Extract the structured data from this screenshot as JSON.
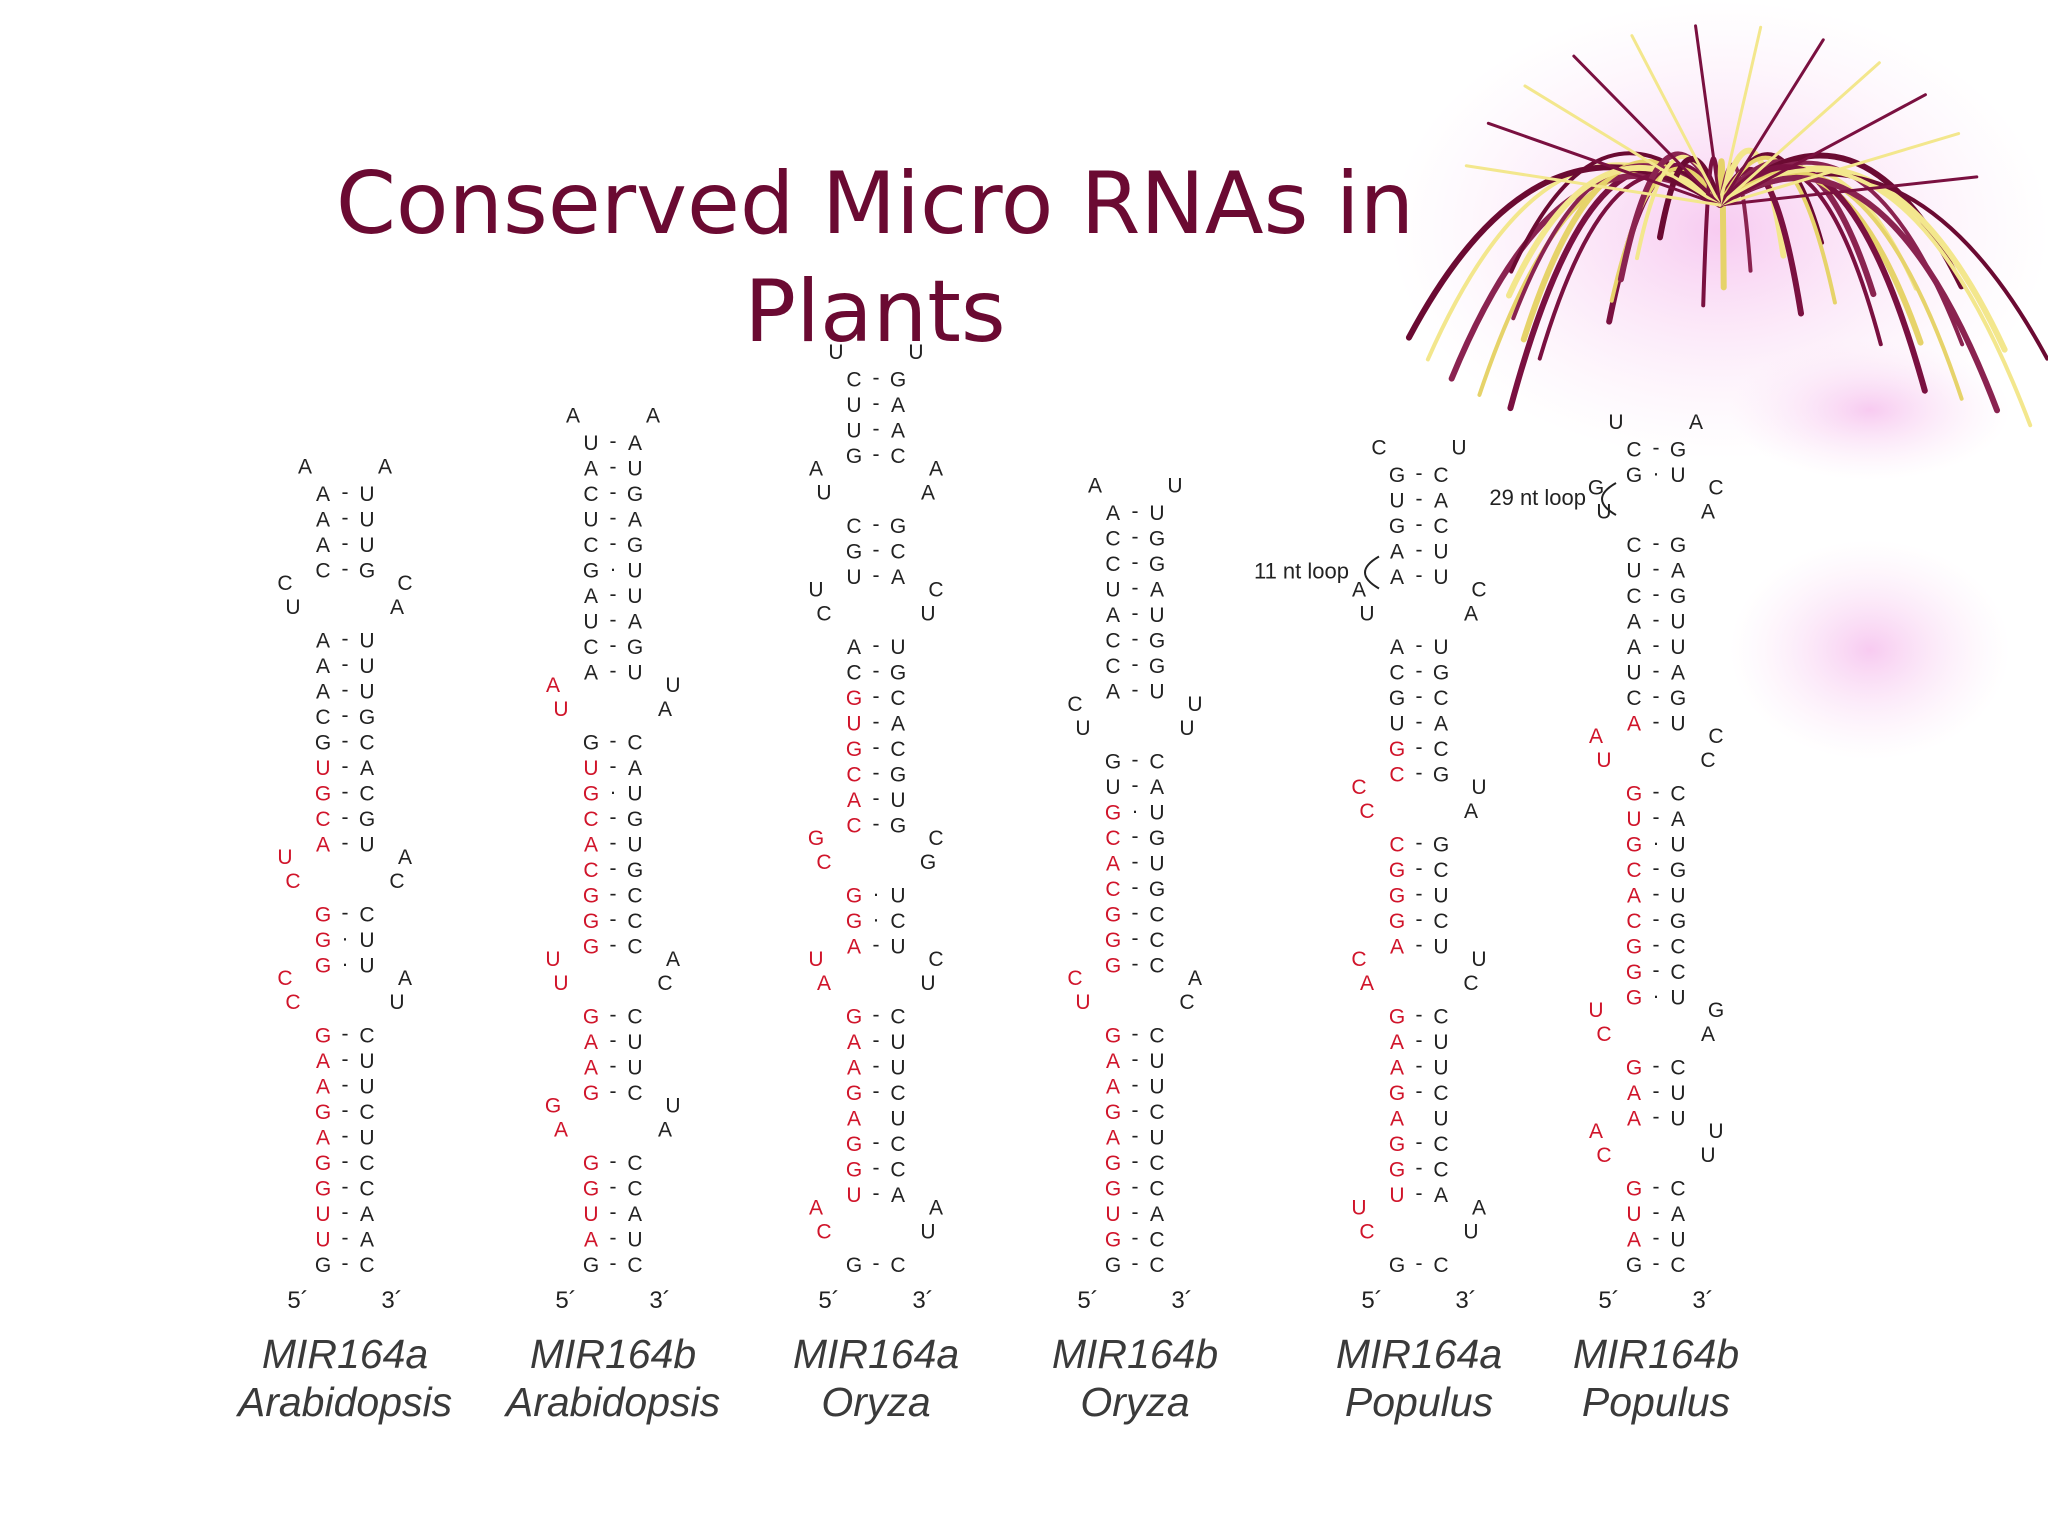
{
  "slide": {
    "title": "Conserved Micro RNAs in\nPlants",
    "colors": {
      "title": "#6b0a32",
      "mirna": "#d0142a",
      "backbone": "#222222"
    }
  },
  "hairpins": [
    {
      "id": "mir164a-arabidopsis",
      "name": "MIR164a",
      "species": "Arabidopsis",
      "end5": "5´",
      "end3": "3´",
      "loop_note": "",
      "stems": [
        [
          "A-U",
          "A-U",
          "A-U",
          "C-G"
        ],
        [
          "A-U",
          "A-U",
          "A-U",
          "C-G",
          "G-C",
          "U-A",
          "G-C",
          "C-G",
          "A-U"
        ],
        [
          "G-C",
          "G·U",
          "G·U"
        ],
        [
          "G-C",
          "A-U",
          "A-U",
          "G-C",
          "A-U",
          "G-C",
          "G-C",
          "U-A",
          "U-A",
          "G-C"
        ]
      ],
      "unpaired": [
        "C",
        "U",
        "C",
        "A",
        "C",
        "C",
        "U",
        "A",
        "U",
        "A",
        "C",
        "C",
        "A",
        "A",
        "C",
        "A"
      ]
    },
    {
      "id": "mir164b-arabidopsis",
      "name": "MIR164b",
      "species": "Arabidopsis",
      "end5": "5´",
      "end3": "3´",
      "loop_note": "",
      "stems": [
        [
          "U-A",
          "A-U",
          "C-G",
          "U-A",
          "C-G",
          "G·U",
          "A-U",
          "U-A",
          "C-G",
          "A-U"
        ],
        [
          "G-C",
          "U-A",
          "G·U",
          "C-G",
          "A-U",
          "C-G",
          "G-C",
          "G-C",
          "G-C"
        ],
        [
          "G-C",
          "A-U",
          "A-U",
          "G-C"
        ],
        [
          "G-C",
          "G-C",
          "U-A",
          "A-U",
          "G-C"
        ]
      ],
      "unpaired": [
        "A",
        "A",
        "G",
        "U",
        "U",
        "C",
        "U",
        "A",
        "U",
        "A",
        "A",
        "U",
        "A"
      ]
    },
    {
      "id": "mir164a-oryza",
      "name": "MIR164a",
      "species": "Oryza",
      "end5": "5´",
      "end3": "3´",
      "loop_note": "",
      "stems": [
        [
          "C-G",
          "U-A",
          "U-A",
          "G-C"
        ],
        [
          "C-G",
          "G-C",
          "U-A"
        ],
        [
          "A-U",
          "C-G",
          "G-C",
          "U-A",
          "G-C",
          "C-G",
          "A-U",
          "C-G"
        ],
        [
          "G·U",
          "G·C",
          "A-U"
        ],
        [
          "G-C",
          "A-U",
          "A-U",
          "G-C",
          "A U",
          "G-C",
          "G-C",
          "U-A"
        ],
        [
          "G-C"
        ]
      ],
      "unpaired": [
        "C",
        "U",
        "A",
        "A",
        "A",
        "U",
        "U",
        "C",
        "C",
        "G",
        "G",
        "C",
        "C",
        "U",
        "U"
      ]
    },
    {
      "id": "mir164b-oryza",
      "name": "MIR164b",
      "species": "Oryza",
      "end5": "5´",
      "end3": "3´",
      "loop_note": "",
      "stems": [
        [
          "A-U",
          "C-G",
          "C-G",
          "U-A",
          "A-U",
          "C-G",
          "C-G",
          "A-U"
        ],
        [
          "G-C",
          "U-A",
          "G·U",
          "C-G",
          "A-U",
          "C-G",
          "G-C",
          "G-C",
          "G-C"
        ],
        [
          "G-C",
          "A-U",
          "A-U",
          "G-C",
          "A-U",
          "G-C",
          "G-C",
          "U-A",
          "G-C",
          "G-C"
        ]
      ],
      "unpaired": [
        "U",
        "C",
        "C",
        "A",
        "U",
        "U",
        "C",
        "U",
        "A",
        "U",
        "G",
        "U",
        "A",
        "C"
      ]
    },
    {
      "id": "mir164a-populus",
      "name": "MIR164a",
      "species": "Populus",
      "end5": "5´",
      "end3": "3´",
      "loop_note": "11 nt loop",
      "stems": [
        [
          "G-C",
          "U-A",
          "G-C",
          "A-U",
          "A-U"
        ],
        [
          "A-U",
          "C-G",
          "G-C",
          "U-A",
          "G-C",
          "C-G"
        ],
        [
          "C-G",
          "G-C",
          "G-U",
          "G-C",
          "A-U"
        ],
        [
          "G-C",
          "A-U",
          "A-U",
          "G-C",
          "A U",
          "G-C",
          "G-C",
          "U-A"
        ],
        [
          "G-C"
        ]
      ],
      "unpaired": [
        "C",
        "U",
        "U",
        "A",
        "A",
        "C",
        "C",
        "U",
        "C",
        "A"
      ]
    },
    {
      "id": "mir164b-populus",
      "name": "MIR164b",
      "species": "Populus",
      "end5": "5´",
      "end3": "3´",
      "loop_note": "29 nt loop",
      "stems": [
        [
          "C-G",
          "G·U"
        ],
        [
          "C-G",
          "U-A",
          "C-G",
          "A-U",
          "A-U",
          "U-A",
          "C-G",
          "A-U"
        ],
        [
          "G-C",
          "U-A",
          "G·U",
          "C-G",
          "A-U",
          "C-G",
          "G-C",
          "G-C",
          "G·U"
        ],
        [
          "G-C",
          "A-U",
          "A-U"
        ],
        [
          "G-C",
          "U-A",
          "A-U",
          "G-C"
        ]
      ],
      "unpaired": [
        "C",
        "U",
        "A",
        "U",
        "C",
        "A",
        "U",
        "G",
        "U",
        "C",
        "A",
        "C",
        "U",
        "A",
        "G"
      ]
    }
  ]
}
